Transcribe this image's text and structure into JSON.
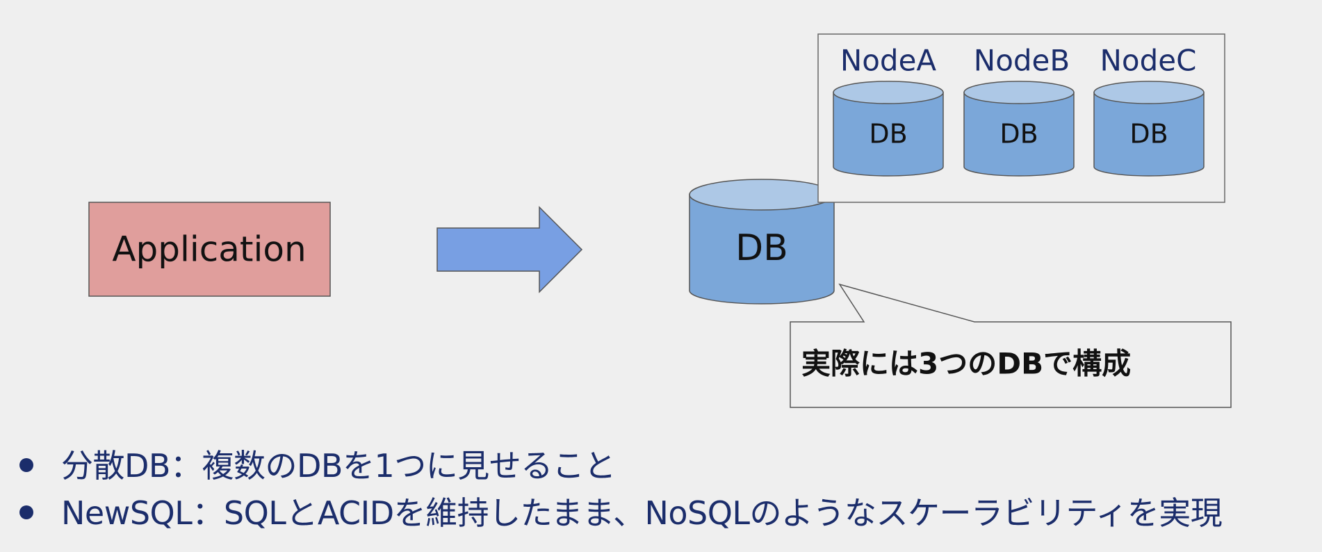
{
  "diagram": {
    "application_label": "Application",
    "db_label": "DB",
    "nodes": [
      {
        "name": "NodeA",
        "db_label": "DB"
      },
      {
        "name": "NodeB",
        "db_label": "DB"
      },
      {
        "name": "NodeC",
        "db_label": "DB"
      }
    ],
    "callout_text": "実際には3つのDBで構成"
  },
  "bullets": [
    "分散DB：複数のDBを1つに見せること",
    "NewSQL：SQLとACIDを維持したまま、NoSQLのようなスケーラビリティを実現"
  ],
  "colors": {
    "background": "#efefef",
    "application_fill": "#e09e9c",
    "arrow_fill": "#789fe3",
    "cylinder_body": "#7ba7d9",
    "cylinder_top": "#adc8e6",
    "outline": "#555555",
    "bullet_text": "#1b2d6b",
    "node_text": "#1b2d6b"
  }
}
